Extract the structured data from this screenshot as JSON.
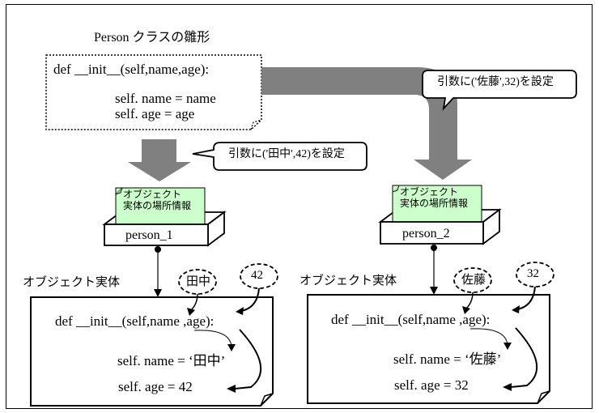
{
  "template": {
    "title": "Person クラスの雛形",
    "def_line": "def __init__(self,name,age):",
    "body_line1": "self. name = name",
    "body_line2": "self. age = age"
  },
  "callouts": [
    {
      "text": "引数に('田中',42)を設定"
    },
    {
      "text": "引数に('佐藤',32)を設定"
    }
  ],
  "references": [
    {
      "note_line1": "オブジェクト",
      "note_line2": "実体の場所情報",
      "variable": "person_1"
    },
    {
      "note_line1": "オブジェクト",
      "note_line2": "実体の場所情報",
      "variable": "person_2"
    }
  ],
  "instances": [
    {
      "label": "オブジェクト実体",
      "arg_name": "田中",
      "arg_age": "42",
      "def_line": "def __init__(self,name ,age):",
      "body_line1": "self. name = ‘田中’",
      "body_line2": "self. age = 42"
    },
    {
      "label": "オブジェクト実体",
      "arg_name": "佐藤",
      "arg_age": "32",
      "def_line": "def __init__(self,name ,age):",
      "body_line1": "self. name = ‘佐藤’",
      "body_line2": "self. age = 32"
    }
  ],
  "colors": {
    "arrow_gray": "#808080",
    "note_green": "#ccffcc"
  }
}
